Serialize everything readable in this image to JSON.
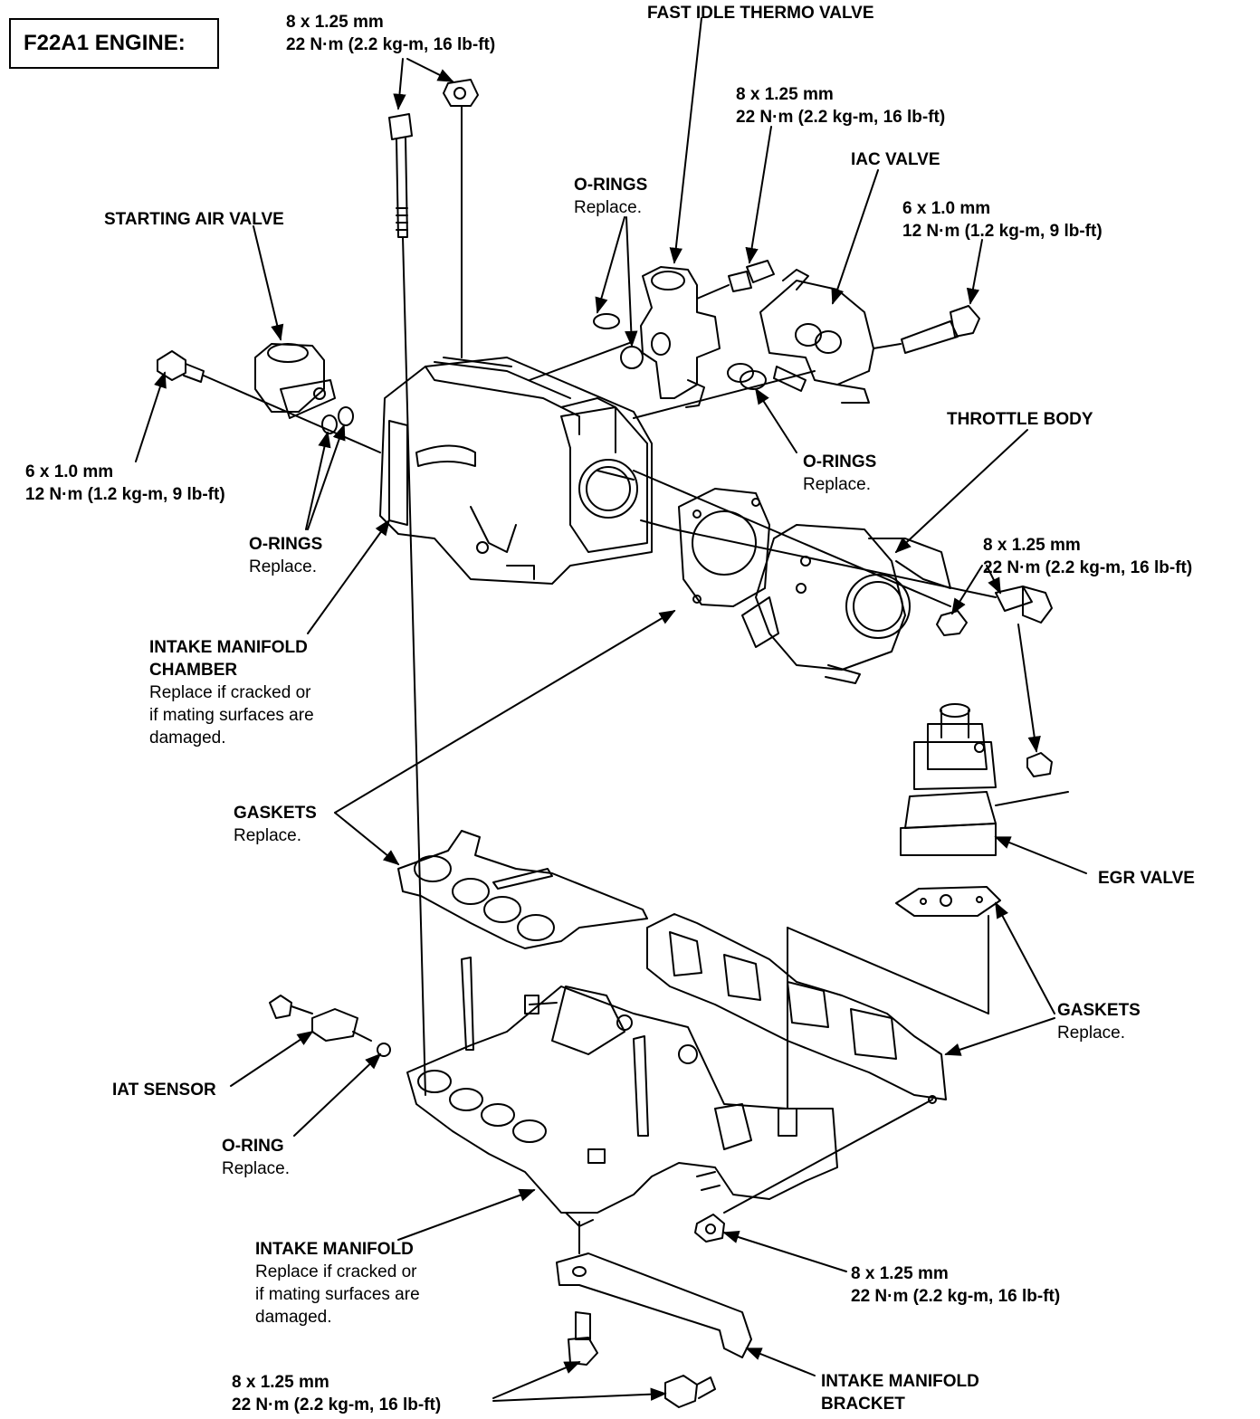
{
  "title": "F22A1 ENGINE:",
  "labels": {
    "bolt_top_size": "8 x 1.25 mm",
    "bolt_top_torque": "22 N·m (2.2 kg-m, 16 lb-ft)",
    "fast_idle": "FAST IDLE THERMO VALVE",
    "fitv_bolt_size": "8 x 1.25 mm",
    "fitv_bolt_torque": "22 N·m (2.2 kg-m, 16 lb-ft)",
    "iac_valve": "IAC VALVE",
    "iac_bolt_size": "6 x 1.0 mm",
    "iac_bolt_torque": "12 N·m (1.2 kg-m, 9 lb-ft)",
    "orings_top": "O-RINGS",
    "orings_top_note": "Replace.",
    "starting_air_valve": "STARTING AIR VALVE",
    "sav_bolt_size": "6 x 1.0 mm",
    "sav_bolt_torque": "12 N·m (1.2 kg-m, 9 lb-ft)",
    "orings_left": "O-RINGS",
    "orings_left_note": "Replace.",
    "orings_mid": "O-RINGS",
    "orings_mid_note": "Replace.",
    "throttle_body": "THROTTLE BODY",
    "tb_nut_size": "8 x 1.25 mm",
    "tb_nut_torque": "22 N·m (2.2 kg-m, 16 lb-ft)",
    "chamber": "INTAKE MANIFOLD",
    "chamber2": "CHAMBER",
    "chamber_note1": "Replace if cracked or",
    "chamber_note2": "if mating surfaces are",
    "chamber_note3": "damaged.",
    "gaskets_left": "GASKETS",
    "gaskets_left_note": "Replace.",
    "egr_valve": "EGR VALVE",
    "gaskets_right": "GASKETS",
    "gaskets_right_note": "Replace.",
    "iat_sensor": "IAT SENSOR",
    "oring_single": "O-RING",
    "oring_single_note": "Replace.",
    "manifold": "INTAKE MANIFOLD",
    "manifold_note1": "Replace if cracked or",
    "manifold_note2": "if mating surfaces are",
    "manifold_note3": "damaged.",
    "mani_nut_size": "8 x 1.25 mm",
    "mani_nut_torque": "22 N·m (2.2 kg-m, 16 lb-ft)",
    "bracket_bolt_size": "8 x 1.25 mm",
    "bracket_bolt_torque": "22 N·m (2.2 kg-m, 16 lb-ft)",
    "bracket": "INTAKE MANIFOLD",
    "bracket2": "BRACKET"
  }
}
